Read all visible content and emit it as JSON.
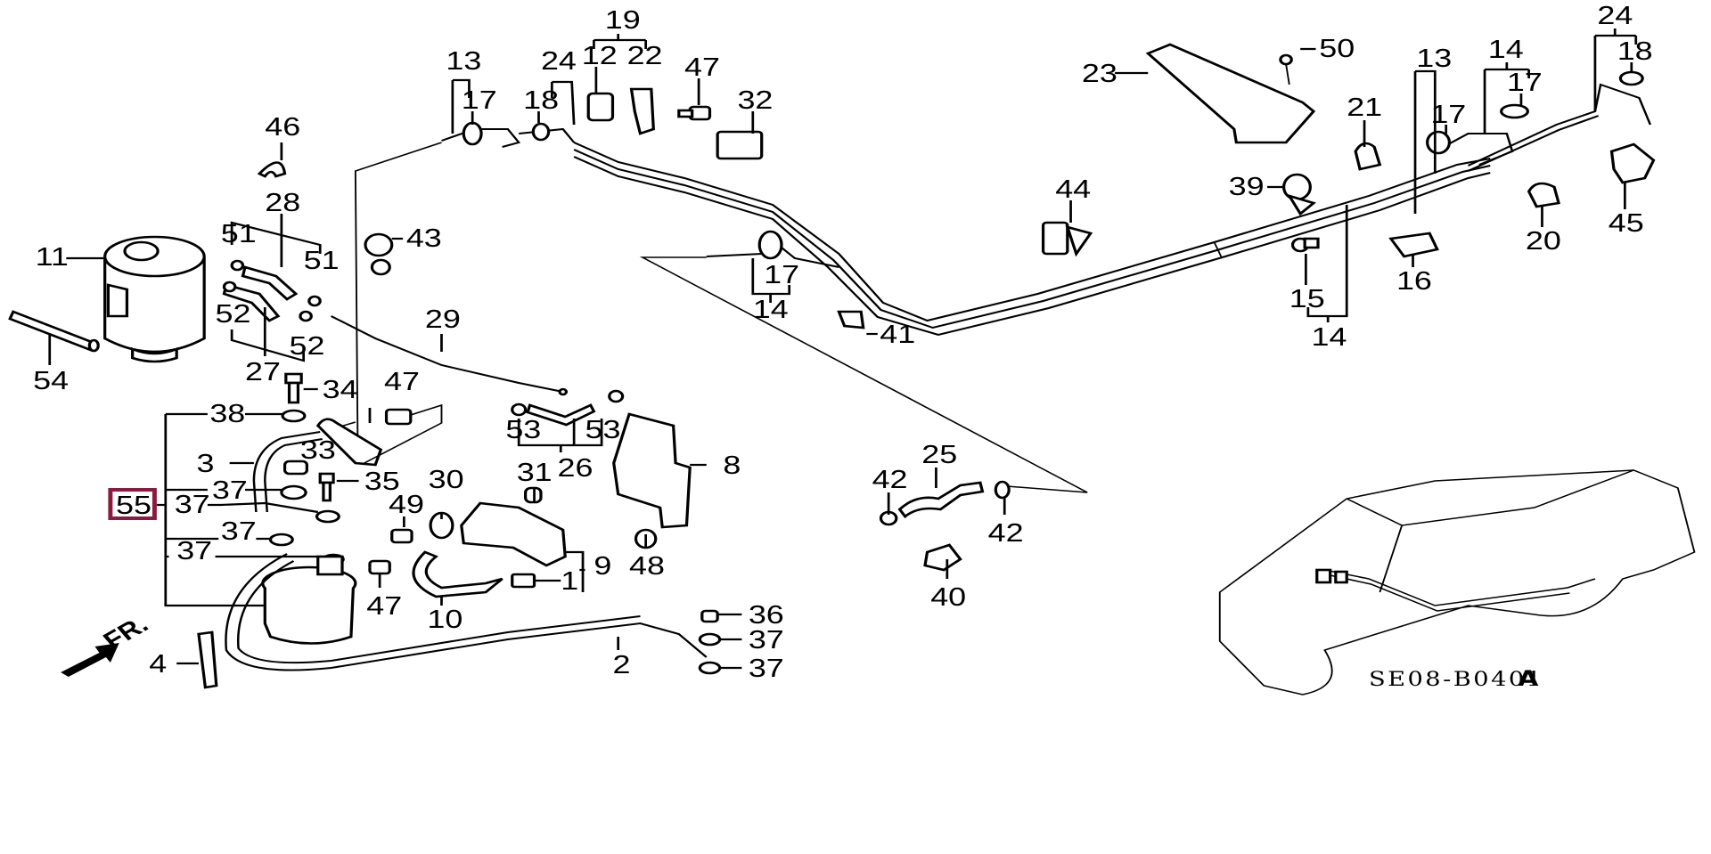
{
  "diagram": {
    "title": "Fuel lines / fuel filter parts diagram",
    "drawing_code": "SE08-B0401",
    "drawing_code_suffix": "A",
    "direction_label": "FR.",
    "highlight_color": "#8b1a3c",
    "highlighted_part": "55",
    "labels": {
      "p1": "1",
      "p2": "2",
      "p3": "3",
      "p4": "4",
      "p8": "8",
      "p9": "9",
      "p10": "10",
      "p11": "11",
      "p12": "12",
      "p13a": "13",
      "p13b": "13",
      "p14a": "14",
      "p14b": "14",
      "p14c": "14",
      "p15": "15",
      "p16": "16",
      "p17a": "17",
      "p17b": "17",
      "p17c": "17",
      "p17d": "17",
      "p18a": "18",
      "p18b": "18",
      "p19": "19",
      "p20": "20",
      "p21": "21",
      "p22": "22",
      "p23": "23",
      "p24a": "24",
      "p24b": "24",
      "p25": "25",
      "p26": "26",
      "p27": "27",
      "p28": "28",
      "p29": "29",
      "p30": "30",
      "p31": "31",
      "p32": "32",
      "p33": "33",
      "p34": "34",
      "p35": "35",
      "p36": "36",
      "p37a": "37",
      "p37b": "37",
      "p37c": "37",
      "p37d": "37",
      "p37e": "37",
      "p37f": "37",
      "p38": "38",
      "p39": "39",
      "p40": "40",
      "p41": "41",
      "p42a": "42",
      "p42b": "42",
      "p43": "43",
      "p44": "44",
      "p45": "45",
      "p46": "46",
      "p47a": "47",
      "p47b": "47",
      "p47c": "47",
      "p48": "48",
      "p49": "49",
      "p50": "50",
      "p51a": "51",
      "p51b": "51",
      "p52a": "52",
      "p52b": "52",
      "p53a": "53",
      "p53b": "53",
      "p54": "54",
      "p55": "55"
    }
  }
}
